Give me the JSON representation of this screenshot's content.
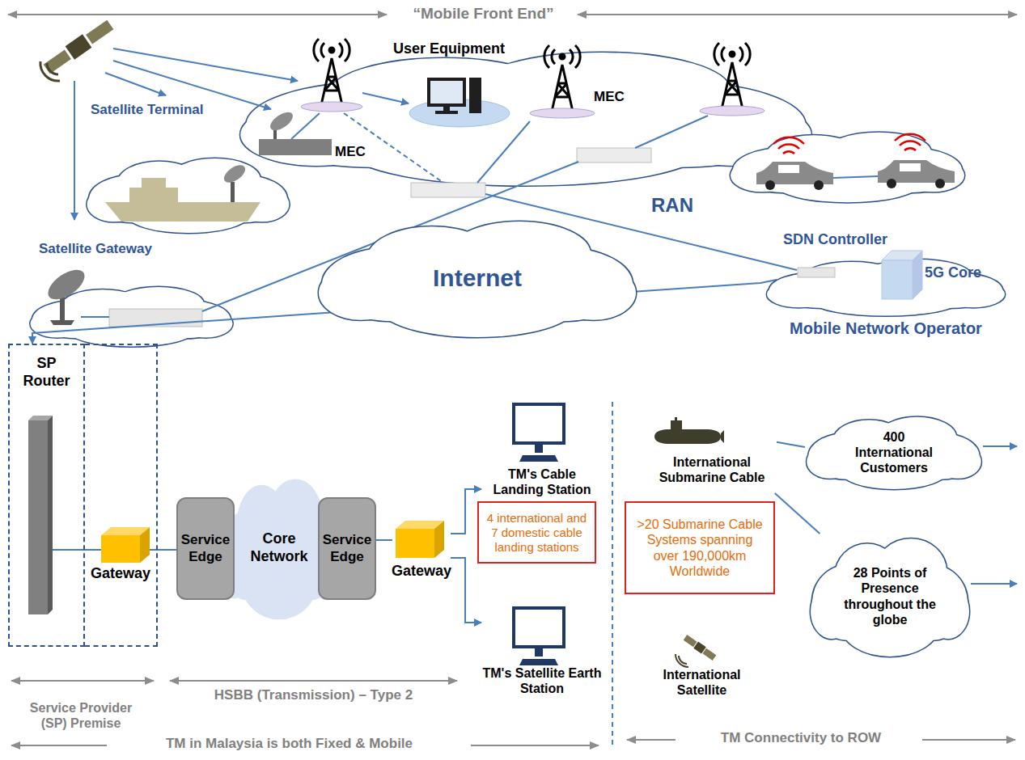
{
  "diagram": {
    "nodes": [
      {
        "text": [
          "Internet"
        ]
      },
      {
        "text": [
          "Mobile Network Operator"
        ]
      },
      {
        "text": [
          "SDN Controller"
        ],
        "in": 1
      },
      {
        "text": [
          "5G Core"
        ],
        "in": 1
      },
      {
        "text": [
          "SP Router"
        ]
      },
      {
        "text": [
          "Gateway"
        ]
      },
      {
        "text": [
          "Service Edge"
        ]
      },
      {
        "text": [
          "Core Network"
        ]
      },
      {
        "text": [
          "Service Edge"
        ]
      },
      {
        "text": [
          "Gateway"
        ]
      },
      {
        "text": [
          "TM's Cable Landing Station"
        ]
      },
      {
        "text": [
          "4 international and 7 domestic cable landing stations"
        ]
      },
      {
        "text": [
          "TM's Satellite Earth Station"
        ]
      },
      {
        "text": [
          "International Submarine Cable"
        ]
      },
      {
        "text": [
          ">20 Submarine Cable Systems spanning over 190,000km Worldwide"
        ]
      },
      {
        "text": [
          "International Satellite"
        ]
      },
      {
        "text": [
          "400 International Customers"
        ]
      },
      {
        "text": [
          "28 Points of Presence throughout the globe"
        ]
      }
    ],
    "edges": [
      {
        "from": 2,
        "to": 4,
        "arrow": "to"
      },
      {
        "from": 5,
        "to": 6,
        "arrow": "none"
      },
      {
        "from": 8,
        "to": 9,
        "arrow": "none"
      },
      {
        "from": 9,
        "to": 10,
        "arrow": "to"
      },
      {
        "from": 9,
        "to": 12,
        "arrow": "to"
      },
      {
        "from": 13,
        "to": 16,
        "arrow": "none"
      },
      {
        "from": 13,
        "to": 17,
        "arrow": "none"
      }
    ],
    "labels": [
      "“Mobile Front End”",
      "User Equipment",
      "MEC",
      "MEC",
      "Satellite Terminal",
      "RAN",
      "Satellite Gateway",
      "Service Provider (SP) Premise",
      "HSBB (Transmission) – Type 2",
      "TM in Malaysia is both Fixed & Mobile",
      "TM Connectivity to ROW"
    ]
  }
}
